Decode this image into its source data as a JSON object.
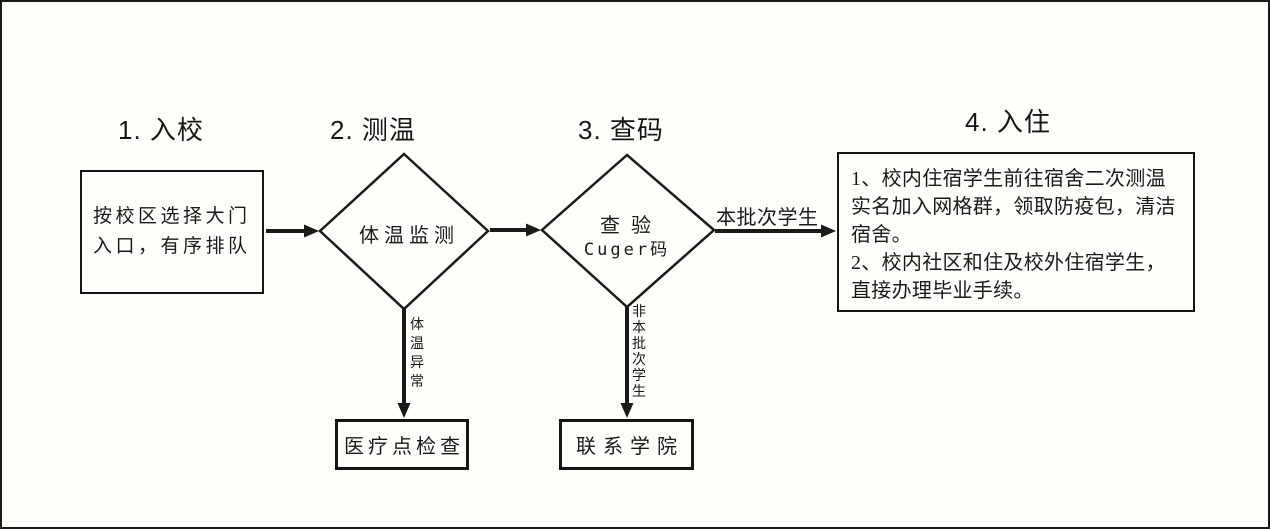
{
  "diagram": {
    "background": "#fffefa",
    "line_color": "#1a1a1a",
    "steps": [
      {
        "label": "1. 入校"
      },
      {
        "label": "2. 测温"
      },
      {
        "label": "3. 查码"
      },
      {
        "label": "4. 入住"
      }
    ],
    "nodes": {
      "entry_box": {
        "line1": "按校区选择大门",
        "line2": "入口，有序排队"
      },
      "temp_diamond": {
        "label": "体温监测"
      },
      "code_diamond": {
        "line1": "查 验",
        "line2": "Cuger码"
      },
      "checkin_box": {
        "line1": "1、校内住宿学生前往宿舍二次测温",
        "line2": "实名加入网格群，领取防疫包，清洁",
        "line3": "宿舍。",
        "line4": "2、校内社区和住及校外住宿学生，",
        "line5": "直接办理毕业手续。"
      },
      "medical_box": {
        "label": "医疗点检查"
      },
      "college_box": {
        "label": "联系学院"
      }
    },
    "edge_labels": {
      "batch": "本批次学生",
      "temp_abnormal": "体温异常",
      "non_batch": "非本批次学生"
    }
  }
}
